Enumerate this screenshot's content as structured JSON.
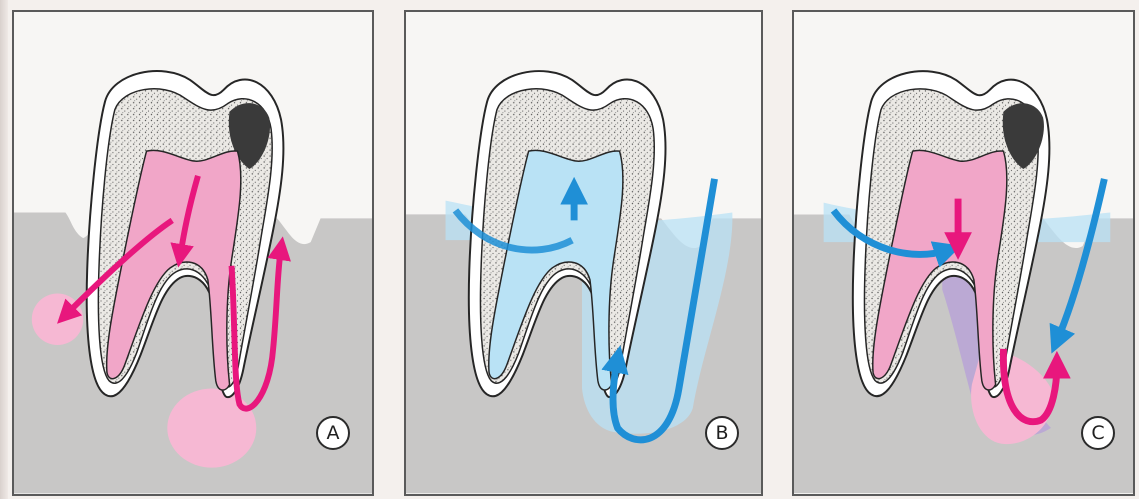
{
  "panels": [
    {
      "label": "A",
      "theme": "infection",
      "accent": "#e8177d",
      "fill": "#f6b8d3"
    },
    {
      "label": "B",
      "theme": "treatment",
      "accent": "#1f8fd6",
      "fill": "#b9e2f5"
    },
    {
      "label": "C",
      "theme": "healing",
      "accent_primary": "#e8177d",
      "accent_secondary": "#1f8fd6",
      "overlap": "#b9a3d6"
    }
  ],
  "colors": {
    "gum": "#c8c7c6",
    "dentin": "#e9e7e3",
    "enamel": "#ffffff",
    "outline": "#262626",
    "decay": "#3a3a3a",
    "background": "#f7f6f4"
  },
  "icons": {
    "arrow": "curved-arrow-icon",
    "badge": "circle-letter-icon"
  }
}
